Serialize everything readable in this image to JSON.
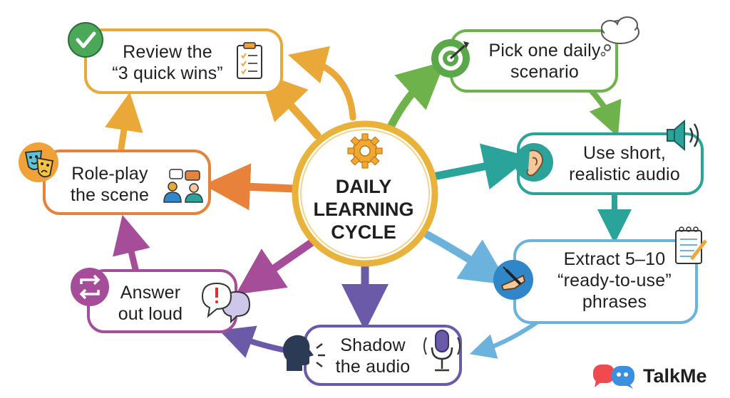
{
  "hub": {
    "line1": "DAILY",
    "line2": "LEARNING",
    "line3": "CYCLE"
  },
  "steps": [
    {
      "line1": "Pick one daily",
      "line2": "scenario",
      "color": "#6db24b",
      "icon": "target-icon"
    },
    {
      "line1": "Use short,",
      "line2": "realistic audio",
      "color": "#2aa39b",
      "icon": "ear-icon"
    },
    {
      "line1": "Extract 5–10",
      "line2": "“ready-to-use”",
      "line3": "phrases",
      "color": "#6bb3dd",
      "icon": "pen-hand-icon"
    },
    {
      "line1": "Shadow",
      "line2": "the audio",
      "color": "#6a5aa8",
      "icon": "speaking-head-icon"
    },
    {
      "line1": "Answer",
      "line2": "out loud",
      "color": "#a64d9a",
      "icon": "repeat-icon"
    },
    {
      "line1": "Role-play",
      "line2": "the scene",
      "color": "#e8823a",
      "icon": "theater-masks-icon"
    },
    {
      "line1": "Review the",
      "line2": "“3 quick wins”",
      "color": "#e9a838",
      "icon": "checkmark-icon"
    }
  ],
  "brand": {
    "name": "TalkMe"
  },
  "colors": {
    "hub_border": "#e9b23a",
    "hub_gear": "#f0a832",
    "brand_red": "#f04a4f",
    "brand_blue": "#3a8fe0"
  }
}
